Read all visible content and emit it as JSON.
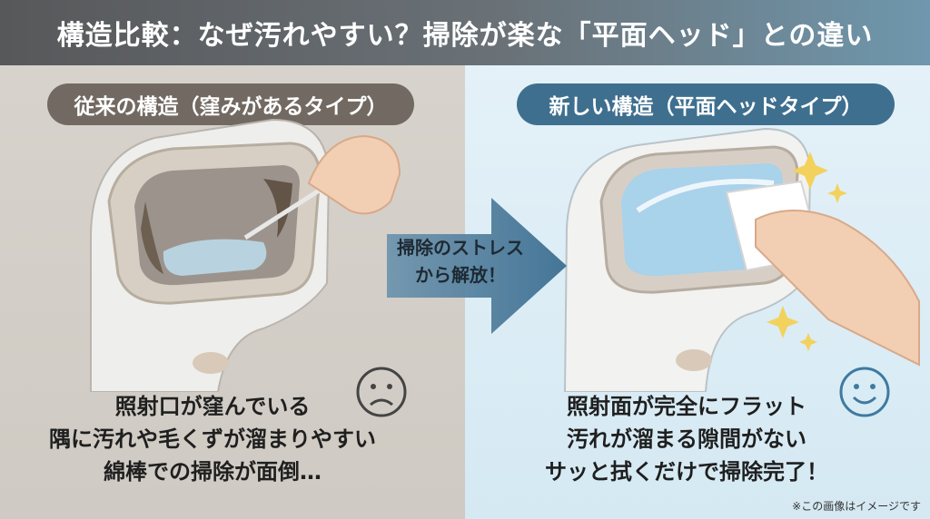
{
  "title": "構造比較：なぜ汚れやすい？掃除が楽な「平面ヘッド」との違い",
  "left": {
    "label": "従来の構造（窪みがあるタイプ）",
    "lines": [
      "照射口が窪んでいる",
      "隅に汚れや毛くずが溜まりやすい",
      "綿棒での掃除が面倒…"
    ],
    "face_icon": "sad-face-icon"
  },
  "arrow": {
    "lines": [
      "掃除のストレス",
      "から解放！"
    ]
  },
  "right": {
    "label": "新しい構造（平面ヘッドタイプ）",
    "lines": [
      "照射面が完全にフラット",
      "汚れが溜まる隙間がない",
      "サッと拭くだけで掃除完了！"
    ],
    "face_icon": "smile-face-icon"
  },
  "footnote": "※この画像はイメージです",
  "colors": {
    "left_bg": "#d7d3cc",
    "right_bg": "#e4f1f8",
    "left_pill": "#726a62",
    "right_pill": "#3f6f8f",
    "arrow": "#4a7c9d"
  }
}
